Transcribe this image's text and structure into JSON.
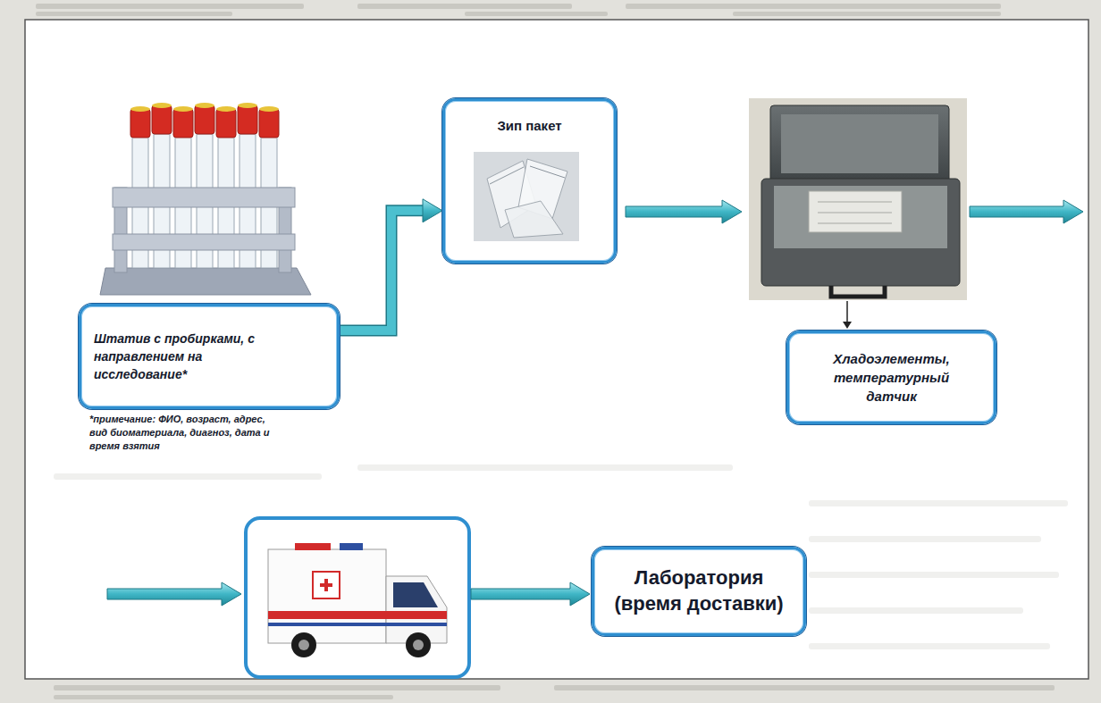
{
  "diagram": {
    "nodes": [
      {
        "text": [
          "Штатив с пробирками, с направлением на исследование*"
        ]
      },
      {
        "text": [
          "Зип пакет"
        ]
      },
      {
        "text": [
          "Хладоэлементы, температурный датчик"
        ]
      },
      {
        "text": [
          "Лаборатория (время доставки)"
        ]
      }
    ],
    "edges": [
      {
        "from": 0,
        "to": 1,
        "arrow": "to"
      }
    ],
    "labels": [
      "*примечание: ФИО, возраст, адрес, вид биоматериала, диагноз, дата и время взятия"
    ]
  }
}
